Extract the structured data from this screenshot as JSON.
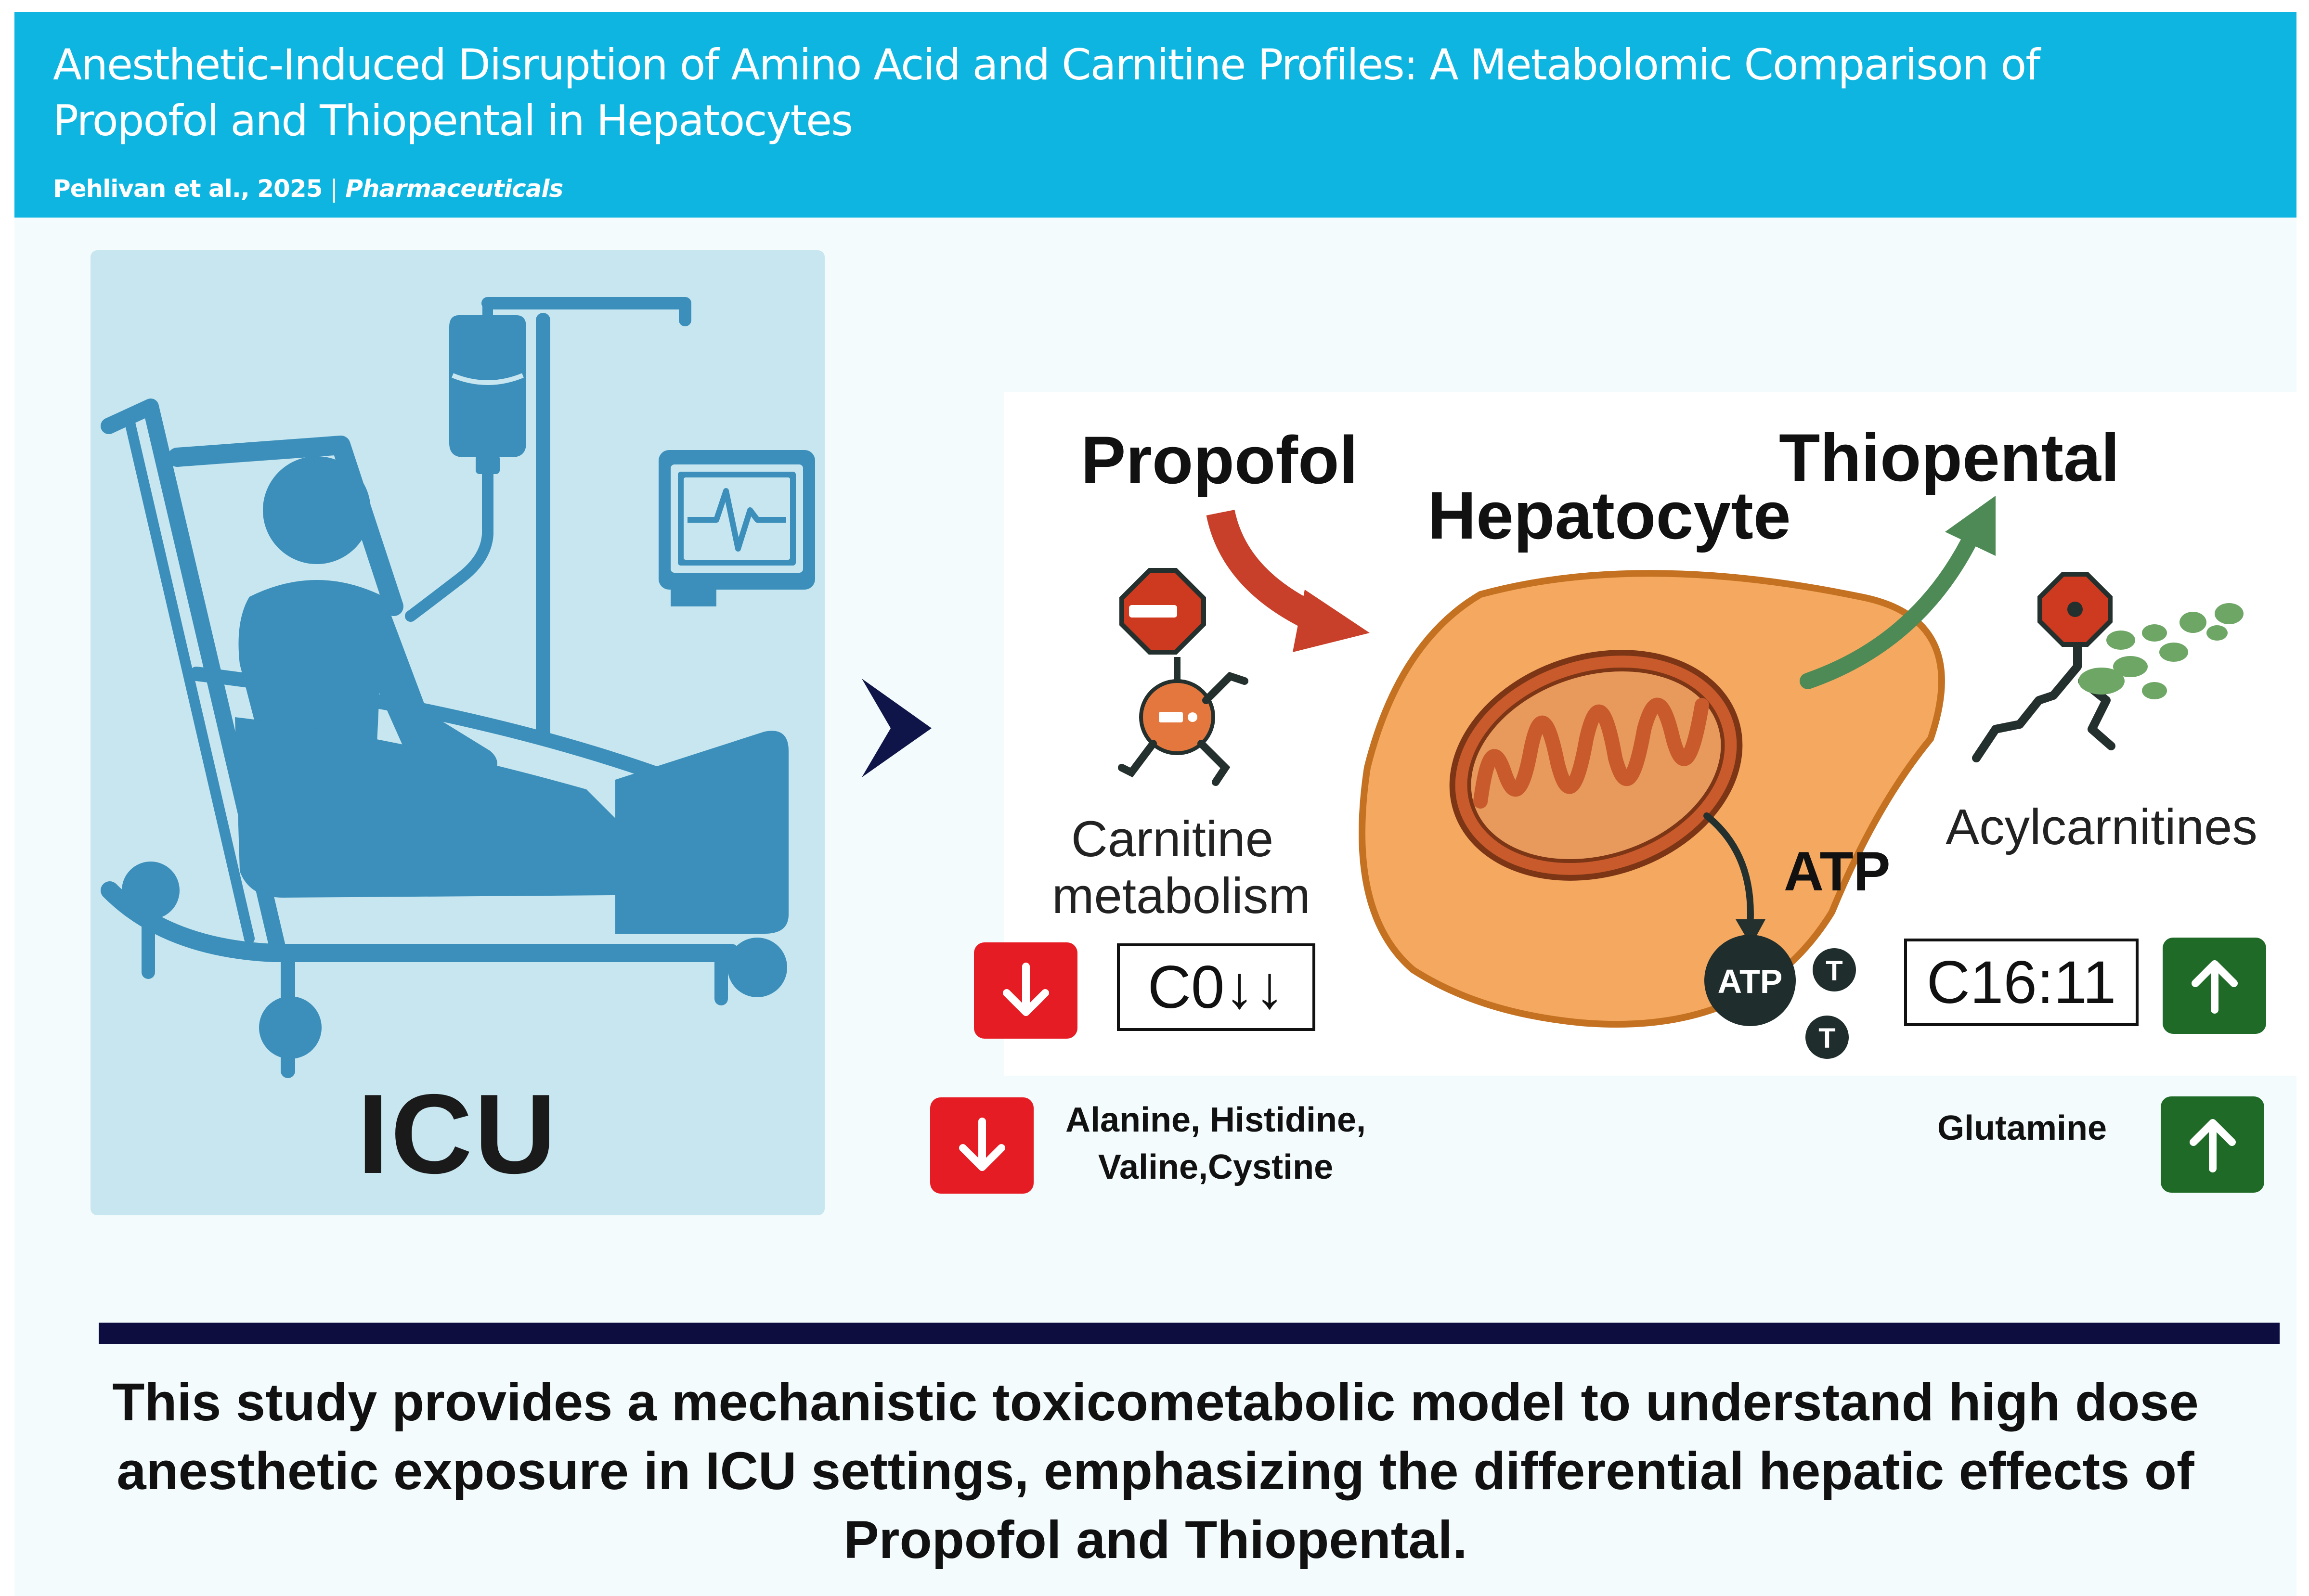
{
  "header": {
    "title": "Anesthetic-Induced Disruption of Amino Acid and Carnitine Profiles: A Metabolomic Comparison of Propofol and Thiopental in Hepatocytes",
    "citation": "Pehlivan et al., 2025",
    "separator": "|",
    "journal": "Pharmaceuticals"
  },
  "icu_panel": {
    "label": "ICU"
  },
  "mechanism": {
    "propofol_label": "Propofol",
    "hepatocyte_label": "Hepatocyte",
    "thiopental_label": "Thiopental",
    "carnitine_label_line1": "Carnitine",
    "carnitine_label_line2": "metabolism",
    "acylcarnitines_label": "Acylcarnitines",
    "atp_label": "ATP",
    "atp_molecule_text": "ATP",
    "t_molecule_text": "T",
    "c0_value": "C0↓↓",
    "c16_value": "C16:11"
  },
  "amino_acids": {
    "decreased_line1": "Alanine, Histidine,",
    "decreased_line2": "Valine,Cystine",
    "increased": "Glutamine"
  },
  "conclusion": {
    "text": "This study provides a mechanistic toxicometabolic model to understand high dose anesthetic exposure in ICU settings, emphasizing the differential hepatic effects of Propofol and Thiopental."
  },
  "colors": {
    "header_bg": "#0db5e0",
    "icu_panel_bg": "#c8e6f0",
    "icon_blue": "#3b8fba",
    "propofol_arrow": "#c8402a",
    "thiopental_arrow": "#4e8a56",
    "hepatocyte_fill": "#f5a85f",
    "mitochondrion_fill": "#c85a2c",
    "down_badge": "#e61c24",
    "up_badge": "#1e6a26",
    "divider": "#0d0e3f"
  },
  "icons": [
    "icu-bed-icon",
    "iv-drip-icon",
    "heart-monitor-icon",
    "stop-sign-icon",
    "blocked-carnitine-icon",
    "mitochondrion-icon",
    "acylcarnitine-icon",
    "down-arrow-icon",
    "up-arrow-icon",
    "flow-arrow-icon"
  ]
}
